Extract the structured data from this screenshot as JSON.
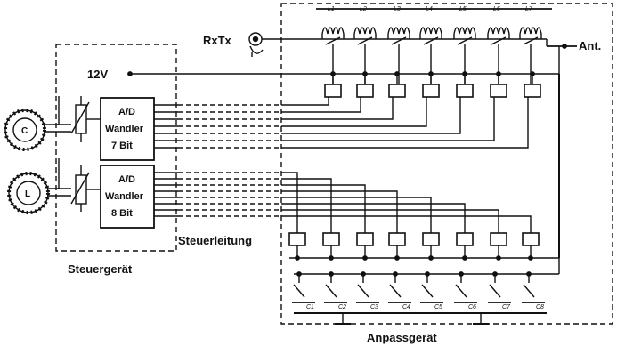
{
  "labels": {
    "supply": "12V",
    "rxtx": "RxTx",
    "antenna": "Ant.",
    "adc_top": [
      "A/D",
      "Wandler",
      "7 Bit"
    ],
    "adc_bottom": [
      "A/D",
      "Wandler",
      "8 Bit"
    ],
    "control_line": "Steuerleitung",
    "control_unit": "Steuergerät",
    "tuner": "Anpassgerät",
    "dial_c": "C",
    "dial_l": "L",
    "inductor_tags": [
      "L1",
      "L2",
      "L3",
      "L4",
      "L5",
      "L6",
      "L7"
    ],
    "capacitor_tags": [
      "C1",
      "C2",
      "C3",
      "C4",
      "C5",
      "C6",
      "C7",
      "C8"
    ]
  },
  "colors": {
    "ink": "#111111",
    "background": "#ffffff"
  }
}
